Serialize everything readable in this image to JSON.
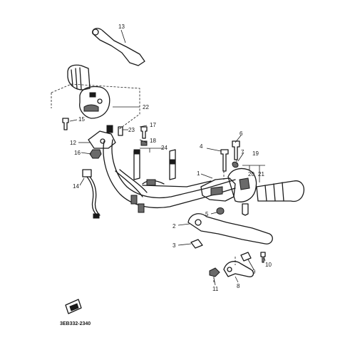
{
  "diagram": {
    "drawing_code": "3EB332-2340",
    "callouts": [
      {
        "id": "c1",
        "label": "1"
      },
      {
        "id": "c2",
        "label": "2"
      },
      {
        "id": "c3",
        "label": "3"
      },
      {
        "id": "c4",
        "label": "4"
      },
      {
        "id": "c5",
        "label": "5"
      },
      {
        "id": "c6",
        "label": "6"
      },
      {
        "id": "c7",
        "label": "7"
      },
      {
        "id": "c8",
        "label": "8"
      },
      {
        "id": "c9",
        "label": "9"
      },
      {
        "id": "c10",
        "label": "10"
      },
      {
        "id": "c11",
        "label": "11"
      },
      {
        "id": "c12",
        "label": "12"
      },
      {
        "id": "c13",
        "label": "13"
      },
      {
        "id": "c14",
        "label": "14"
      },
      {
        "id": "c15",
        "label": "15"
      },
      {
        "id": "c16",
        "label": "16"
      },
      {
        "id": "c17",
        "label": "17"
      },
      {
        "id": "c18",
        "label": "18"
      },
      {
        "id": "c19",
        "label": "19"
      },
      {
        "id": "c20",
        "label": "20"
      },
      {
        "id": "c21",
        "label": "21"
      },
      {
        "id": "c22",
        "label": "22"
      },
      {
        "id": "c23",
        "label": "23"
      },
      {
        "id": "c24",
        "label": "24"
      }
    ]
  }
}
